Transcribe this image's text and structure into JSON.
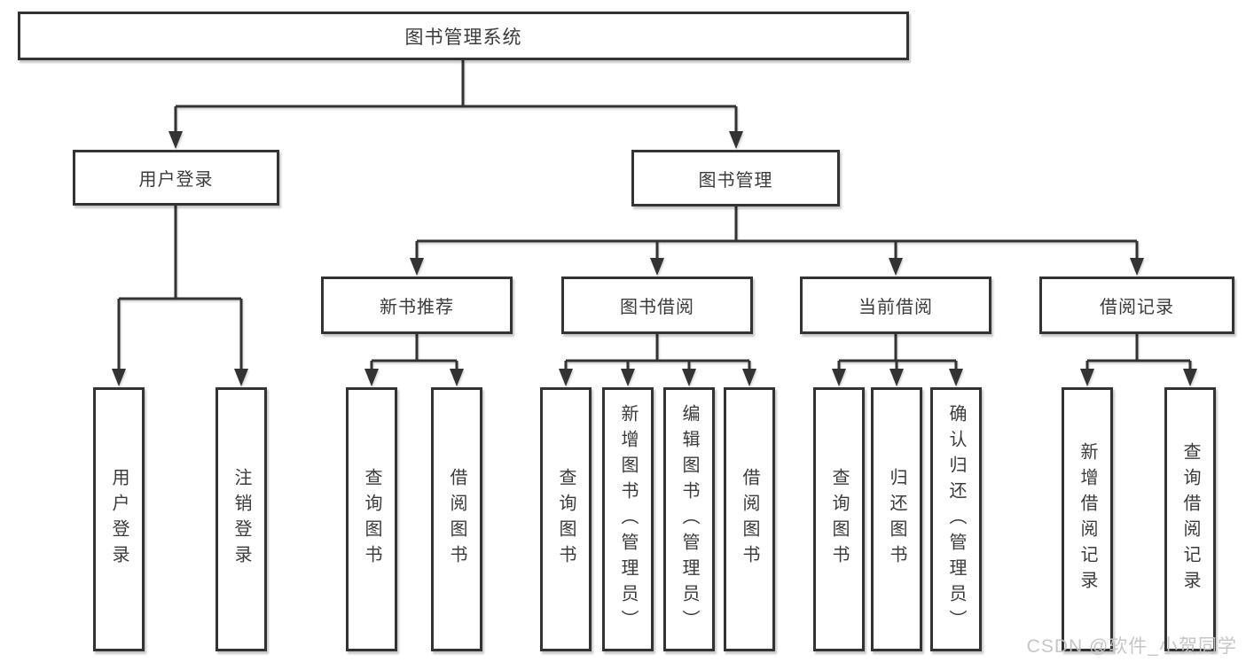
{
  "diagram": {
    "type": "hierarchy-diagram",
    "root": {
      "label": "图书管理系统",
      "children": [
        {
          "label": "用户登录",
          "children": [
            {
              "label": "用户登录"
            },
            {
              "label": "注销登录"
            }
          ]
        },
        {
          "label": "图书管理",
          "children": [
            {
              "label": "新书推荐",
              "children": [
                {
                  "label": "查询图书"
                },
                {
                  "label": "借阅图书"
                }
              ]
            },
            {
              "label": "图书借阅",
              "children": [
                {
                  "label": "查询图书"
                },
                {
                  "label": "新增图书（管理员）"
                },
                {
                  "label": "编辑图书（管理员）"
                },
                {
                  "label": "借阅图书"
                }
              ]
            },
            {
              "label": "当前借阅",
              "children": [
                {
                  "label": "查询图书"
                },
                {
                  "label": "归还图书"
                },
                {
                  "label": "确认归还（管理员）"
                }
              ]
            },
            {
              "label": "借阅记录",
              "children": [
                {
                  "label": "新增借阅记录"
                },
                {
                  "label": "查询借阅记录"
                }
              ]
            }
          ]
        }
      ]
    }
  },
  "watermark": {
    "text": "CSDN @软件_小贺同学"
  },
  "colors": {
    "line": "#333333",
    "box_border": "#333333",
    "text": "#3b3b3b",
    "background": "#ffffff",
    "watermark": "#c3c3c3"
  }
}
